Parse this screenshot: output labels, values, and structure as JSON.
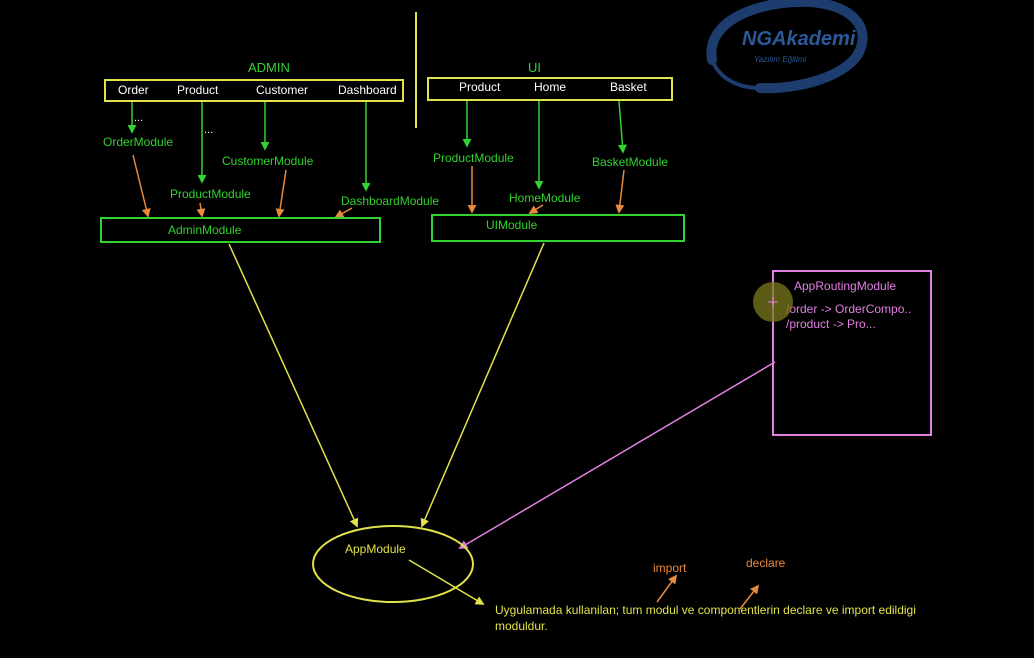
{
  "logo": {
    "main": "NGAkademi",
    "sub": "Yazılım Eğitimi"
  },
  "admin": {
    "title": "ADMIN",
    "tabs": [
      "Order",
      "Product",
      "Customer",
      "Dashboard"
    ],
    "modules": [
      "OrderModule",
      "ProductModule",
      "CustomerModule",
      "DashboardModule"
    ],
    "ellipsis": "...",
    "box": "AdminModule"
  },
  "ui": {
    "title": "UI",
    "tabs": [
      "Product",
      "Home",
      "Basket"
    ],
    "modules": [
      "ProductModule",
      "HomeModule",
      "BasketModule"
    ],
    "box": "UIModule"
  },
  "routing": {
    "title": "AppRoutingModule",
    "routes": [
      "/order -> OrderCompo..",
      "/product -> Pro..."
    ]
  },
  "app": {
    "label": "AppModule",
    "note": [
      "Uygulamada kullanilan; tum modul ve componentlerin declare ve import edildigi",
      "moduldur."
    ]
  },
  "legend": {
    "import": "import",
    "declare": "declare"
  },
  "colors": {
    "green": "#32d22f",
    "yellow": "#e2e24a",
    "orange": "#e88a3c",
    "pink": "#e27fe3",
    "cursor": "#7a7a1e",
    "logo": "#1d3d6e"
  }
}
